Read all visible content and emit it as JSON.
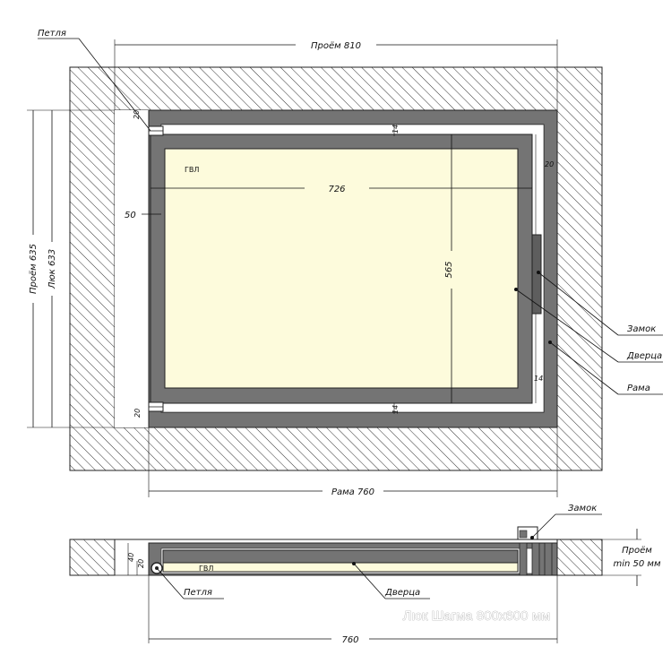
{
  "labels": {
    "hinge": "Петля",
    "opening_width": "Проём 810",
    "dim_20_top": "20",
    "dim_20_bottom": "20",
    "dim_20_right": "20",
    "dim_14_top": "14",
    "dim_14_bottom": "14",
    "dim_14_right": "14",
    "gvl_top": "ГВЛ",
    "dim_726": "726",
    "dim_50": "50",
    "dim_565": "565",
    "opening_height": "Проём 635",
    "hatch_height": "Люк 633",
    "lock": "Замок",
    "door": "Дверца",
    "frame": "Рама",
    "frame_760": "Рама 760",
    "lock_section": "Замок",
    "opening_min_line1": "Проём",
    "opening_min_line2": "min 50 мм",
    "dim_40": "40",
    "dim_20_section": "20",
    "gvl_section": "ГВЛ",
    "hinge_section": "Петля",
    "door_section": "Дверца",
    "dim_760_bottom": "760",
    "caption": "Люк Шагма 800х600 мм"
  }
}
